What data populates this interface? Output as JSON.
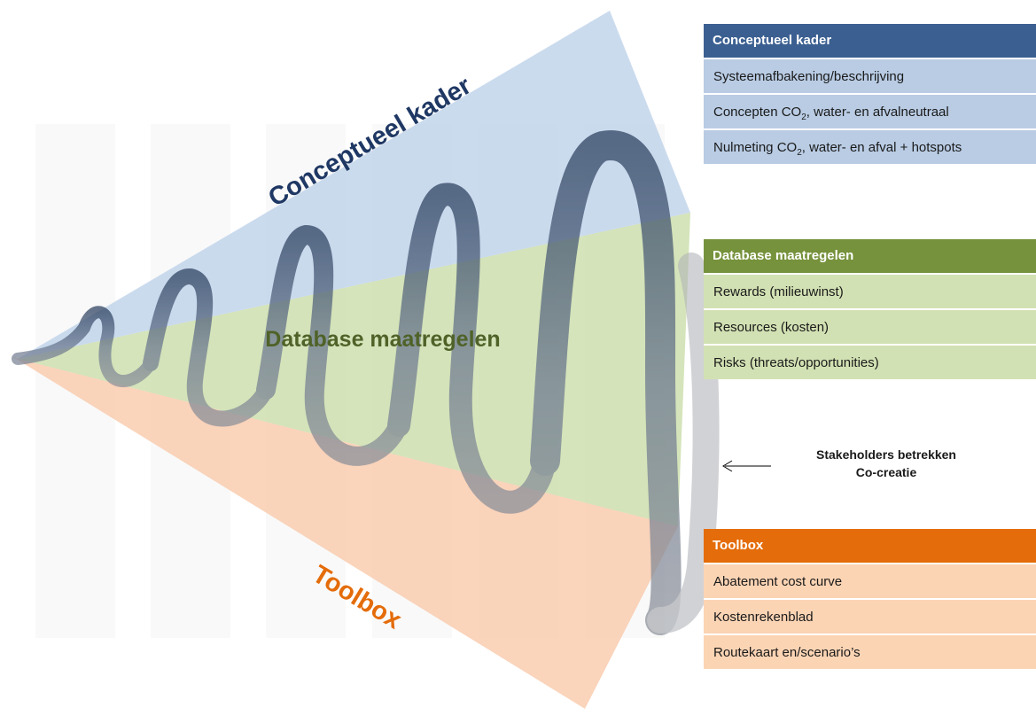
{
  "colors": {
    "blue_dark": "#1f3864",
    "blue_header": "#3b5f91",
    "blue_light": "#b9cce4",
    "green_dark": "#4f6228",
    "green_header": "#76923c",
    "green_light": "#d2e1b3",
    "orange": "#e46c0a",
    "orange_light": "#fbd4b4"
  },
  "wedges": {
    "conceptueel_label": "Conceptueel kader",
    "database_label": "Database maatregelen",
    "toolbox_label": "Toolbox"
  },
  "panels": {
    "conceptueel": {
      "title": "Conceptueel kader",
      "items": [
        {
          "text": "Systeemafbakening/beschrijving"
        },
        {
          "pre": "Concepten CO",
          "sub": "2",
          "post": ", water- en afvalneutraal"
        },
        {
          "pre": "Nulmeting CO",
          "sub": "2",
          "post": ", water- en afval + hotspots"
        }
      ]
    },
    "database": {
      "title": "Database maatregelen",
      "items": [
        "Rewards (milieuwinst)",
        "Resources (kosten)",
        "Risks (threats/opportunities)"
      ]
    },
    "toolbox": {
      "title": "Toolbox",
      "items": [
        "Abatement cost curve",
        "Kostenrekenblad",
        "Routekaart en/scenario’s"
      ]
    }
  },
  "annotation": {
    "line1": "Stakeholders betrekken",
    "line2": "Co-creatie"
  }
}
